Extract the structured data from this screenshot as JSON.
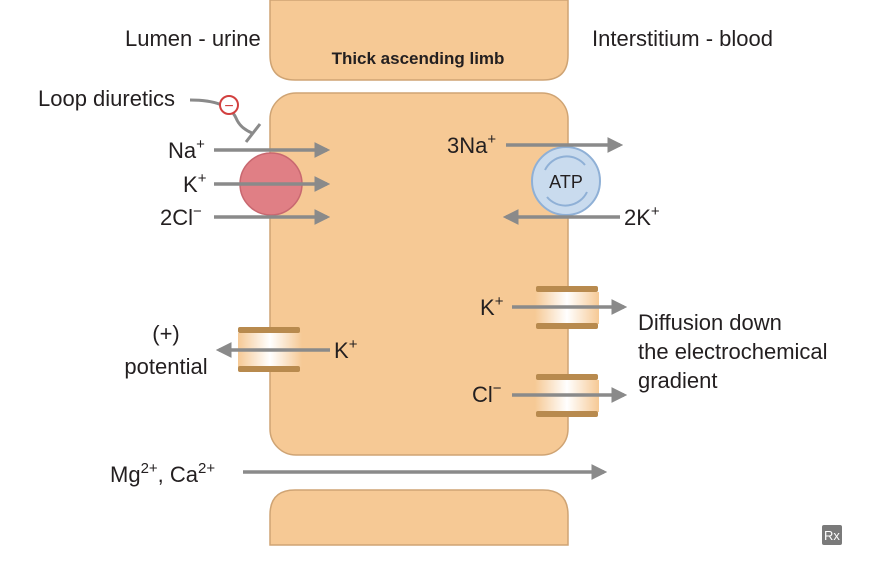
{
  "colors": {
    "cell_fill": "#f6c995",
    "cell_stroke": "#cfa474",
    "arrow": "#8a8a8a",
    "channel": "#b88a4e",
    "cotransporter": "#e07f85",
    "pump_fill": "#c9dbee",
    "pump_stroke": "#8fb0d6",
    "inhibit": "#d2403f"
  },
  "labels": {
    "lumen": "Lumen - urine",
    "interstitium": "Interstitium - blood",
    "segment": "Thick ascending limb",
    "loop_diuretics": "Loop diuretics",
    "inhibit_sign": "−",
    "atp": "ATP",
    "positive_1": "(+)",
    "positive_2": "potential",
    "diffusion_1": "Diffusion down",
    "diffusion_2": "the electrochemical",
    "diffusion_3": "gradient",
    "rx_logo": "Rx"
  },
  "ions": {
    "na_base": "Na",
    "na_charge": "+",
    "k_base": "K",
    "k_charge": "+",
    "cl2_base": "2Cl",
    "cl_charge": "−",
    "na3_base": "3Na",
    "na3_charge": "+",
    "k2_base": "2K",
    "k2_charge": "+",
    "k_lum_base": "K",
    "k_lum_charge": "+",
    "k_int_base": "K",
    "k_int_charge": "+",
    "cl_int_base": "Cl",
    "cl_int_charge": "−",
    "mg_base": "Mg",
    "mg_charge": "2+",
    "comma": ", ",
    "ca_base": "Ca",
    "ca_charge": "2+"
  }
}
